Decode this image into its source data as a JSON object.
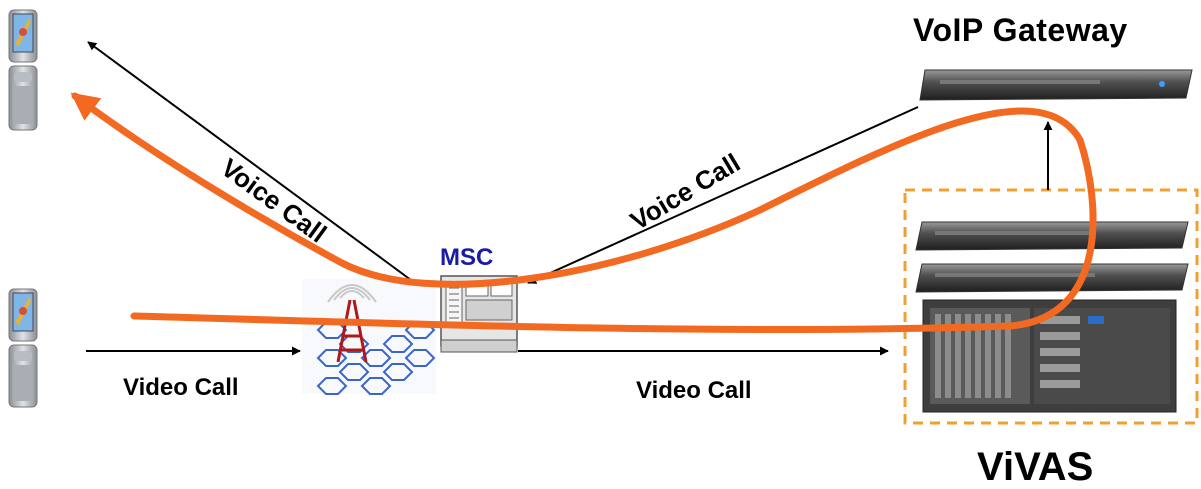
{
  "labels": {
    "voip_gateway": "VoIP Gateway",
    "vivas": "ViVAS",
    "msc": "MSC",
    "voice_call_left": "Voice Call",
    "voice_call_right": "Voice Call",
    "video_call_left": "Video Call",
    "video_call_right": "Video Call"
  },
  "colors": {
    "call_path": "#f26a21",
    "vivas_border": "#f0a030",
    "msc_label": "#1a1aa8",
    "arrow": "#000000",
    "network_hex": "#3a66c8",
    "tower": "#b01818"
  }
}
